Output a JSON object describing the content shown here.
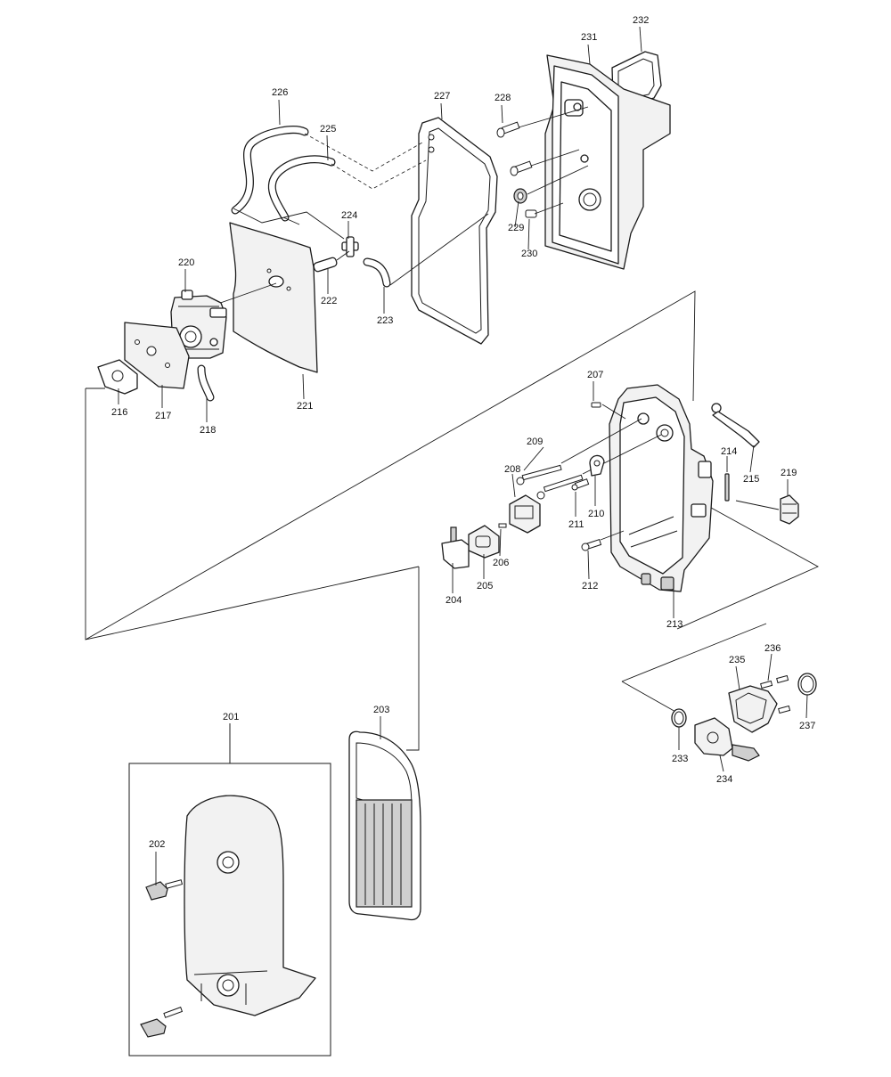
{
  "labels": {
    "p201": "201",
    "p202": "202",
    "p203": "203",
    "p204": "204",
    "p205": "205",
    "p206": "206",
    "p207": "207",
    "p208": "208",
    "p209": "209",
    "p210": "210",
    "p211": "211",
    "p212": "212",
    "p213": "213",
    "p214": "214",
    "p215": "215",
    "p216": "216",
    "p217": "217",
    "p218": "218",
    "p219": "219",
    "p220": "220",
    "p221": "221",
    "p222": "222",
    "p223": "223",
    "p224": "224",
    "p225": "225",
    "p226": "226",
    "p227": "227",
    "p228": "228",
    "p229": "229",
    "p230": "230",
    "p231": "231",
    "p232": "232",
    "p233": "233",
    "p234": "234",
    "p235": "235",
    "p236": "236",
    "p237": "237"
  },
  "colors": {
    "line": "#1a1a1a",
    "background": "#ffffff",
    "shade": "#f2f2f2"
  }
}
